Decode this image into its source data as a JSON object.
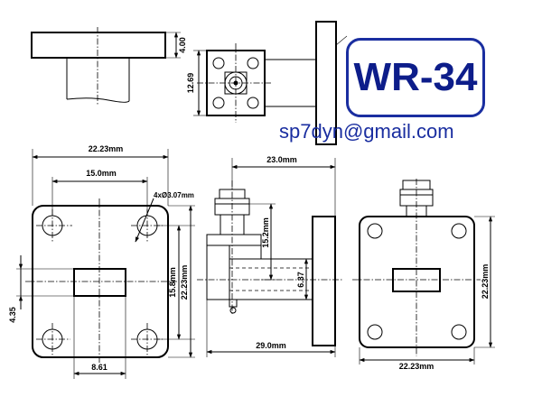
{
  "badge": {
    "model": "WR-34",
    "color": "#0d1d8a"
  },
  "contact": {
    "email": "sp7dyn@gmail.com",
    "color": "#1a2ea0"
  },
  "dimensions": {
    "flange_thickness": "4.00",
    "flange_height_side": "12.69",
    "flange_width": "22.23mm",
    "hole_spacing": "15.0mm",
    "holes": "4xØ3.07mm",
    "hole_spacing_vertical": "15.8mm",
    "flange_height_front": "22.23mm",
    "slot_offset": "4.35",
    "slot_width": "8.61",
    "overall_length": "23.0mm",
    "connector_height": "15.2mm",
    "guide_height": "6.37",
    "body_length": "29.0mm",
    "rear_flange_height": "22.23mm",
    "rear_flange_width": "22.23mm"
  }
}
